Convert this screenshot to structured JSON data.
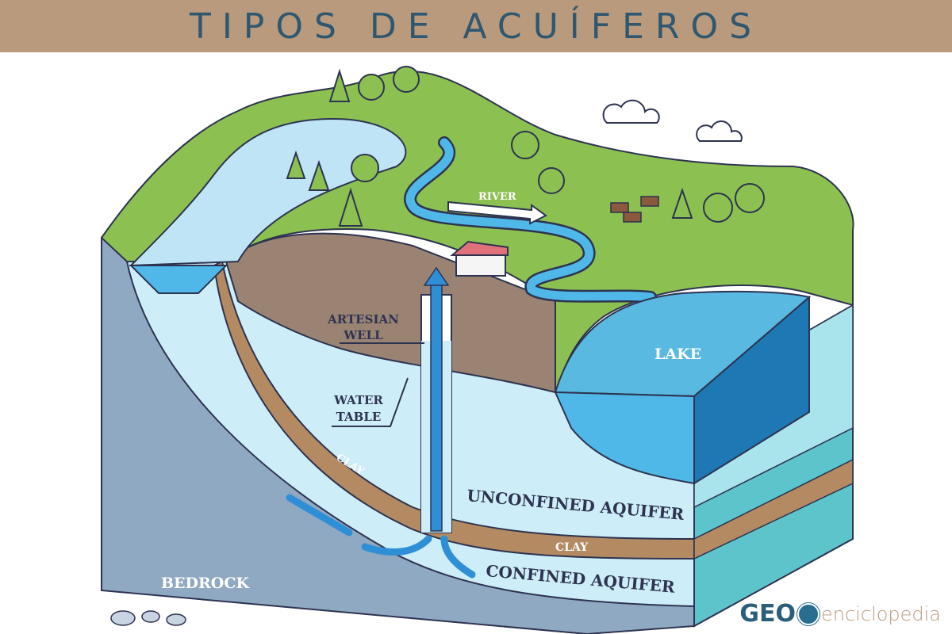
{
  "title": "TIPOS DE ACUÍFEROS",
  "labels": {
    "river": "RIVER",
    "artesian_well_1": "ARTESIAN",
    "artesian_well_2": "WELL",
    "water_table_1": "WATER",
    "water_table_2": "TABLE",
    "lake": "LAKE",
    "clay_upper": "CLAY",
    "clay_lower": "CLAY",
    "unconfined": "UNCONFINED AQUIFER",
    "confined": "CONFINED AQUIFER",
    "bedrock": "BEDROCK"
  },
  "logo": {
    "bold": "GEO",
    "text": "enciclopedia"
  },
  "colors": {
    "title_bar": "#b99a7c",
    "title_text": "#2f5870",
    "grass": "#8cc152",
    "water": "#4fb8e8",
    "aquifer": "#cdeef8",
    "clay": "#b48a62",
    "bedrock": "#90a9c2",
    "hill": "#9a8373"
  }
}
